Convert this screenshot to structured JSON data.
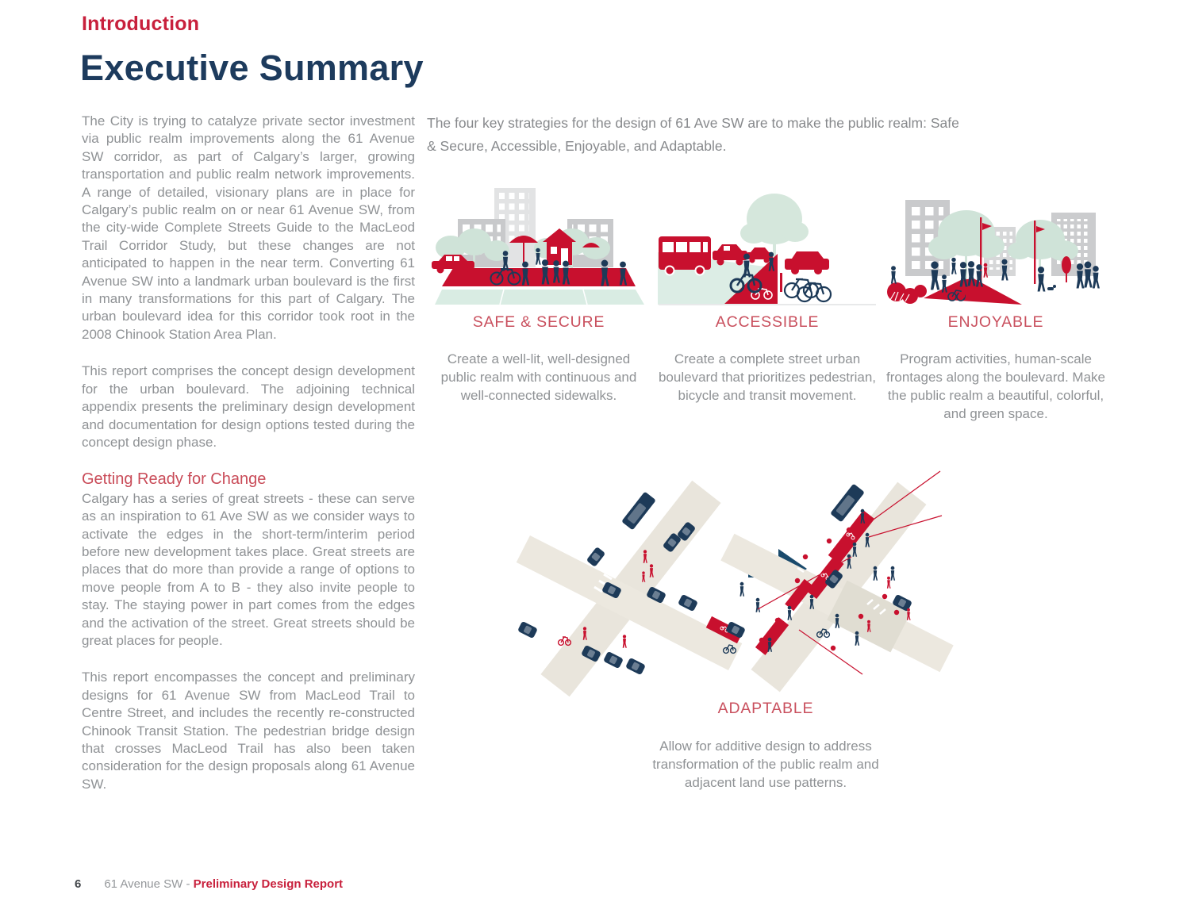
{
  "header": {
    "eyebrow": "Introduction",
    "title": "Executive Summary"
  },
  "left_column": {
    "paragraph_1": "The City is trying to catalyze private sector investment via public realm improvements along the 61 Avenue SW corridor, as part of Calgary’s larger, growing transportation and public realm network improvements. A range of detailed, visionary plans are in place for Calgary’s public realm on or near 61 Avenue SW, from the city-wide Complete Streets Guide to the MacLeod Trail Corridor Study, but these changes are not anticipated to happen in the near term. Converting 61 Avenue SW into a landmark urban boulevard is the first in many transformations for this part of Calgary. The urban boulevard idea for this corridor took root in the 2008 Chinook Station Area Plan.",
    "paragraph_2": "This report comprises the concept design development for the urban boulevard. The adjoining technical appendix presents the preliminary design development and documentation for design options tested during the concept design phase.",
    "subheading": "Getting Ready for Change",
    "paragraph_3": "Calgary has a series of great streets - these can serve as an inspiration to 61 Ave SW as we consider ways to activate the edges in the short-term/interim period before new development takes place. Great streets are places that do more than provide a range of options to move people from A to B - they also invite people to stay. The staying power in part comes from the edges and the activation of the street. Great streets should be great places for people.",
    "paragraph_4": "This report encompasses the concept and preliminary designs for 61 Avenue SW from MacLeod Trail to Centre Street, and includes the recently re-constructed Chinook Transit Station. The pedestrian bridge design that crosses MacLeod Trail has also been taken consideration for the design proposals along 61 Avenue SW."
  },
  "right_column": {
    "intro": "The four key strategies for the design of 61 Ave SW are to make the public realm: Safe & Secure, Accessible, Enjoyable, and Adaptable."
  },
  "strategies": [
    {
      "label": "SAFE & SECURE",
      "description": "Create a well-lit, well-designed public realm with continuous and well-connected sidewalks."
    },
    {
      "label": "ACCESSIBLE",
      "description": "Create a complete street urban boulevard that prioritizes pedestrian, bicycle and transit movement."
    },
    {
      "label": "ENJOYABLE",
      "description": "Program activities, human-scale frontages along the boulevard. Make the public realm a beautiful, colorful, and green space."
    },
    {
      "label": "ADAPTABLE",
      "description": "Allow for additive design to address transformation of the public realm and adjacent land use patterns."
    }
  ],
  "footer": {
    "page_number": "6",
    "doc_name": "61 Avenue SW - ",
    "report_title": "Preliminary Design Report"
  },
  "colors": {
    "heading_red": "#c8203c",
    "caption_red": "#c9505e",
    "title_navy": "#1d3b5d",
    "body_gray": "#8f9295",
    "illustration_red": "#c8102e",
    "illustration_navy": "#1d3a58",
    "tree_green": "#cfe3d8",
    "building_gray": "#c8c9cb",
    "plaza_mint": "#d9ece3",
    "road_beige": "#e9e5dc",
    "arrow_navy": "#1a4a6c"
  }
}
